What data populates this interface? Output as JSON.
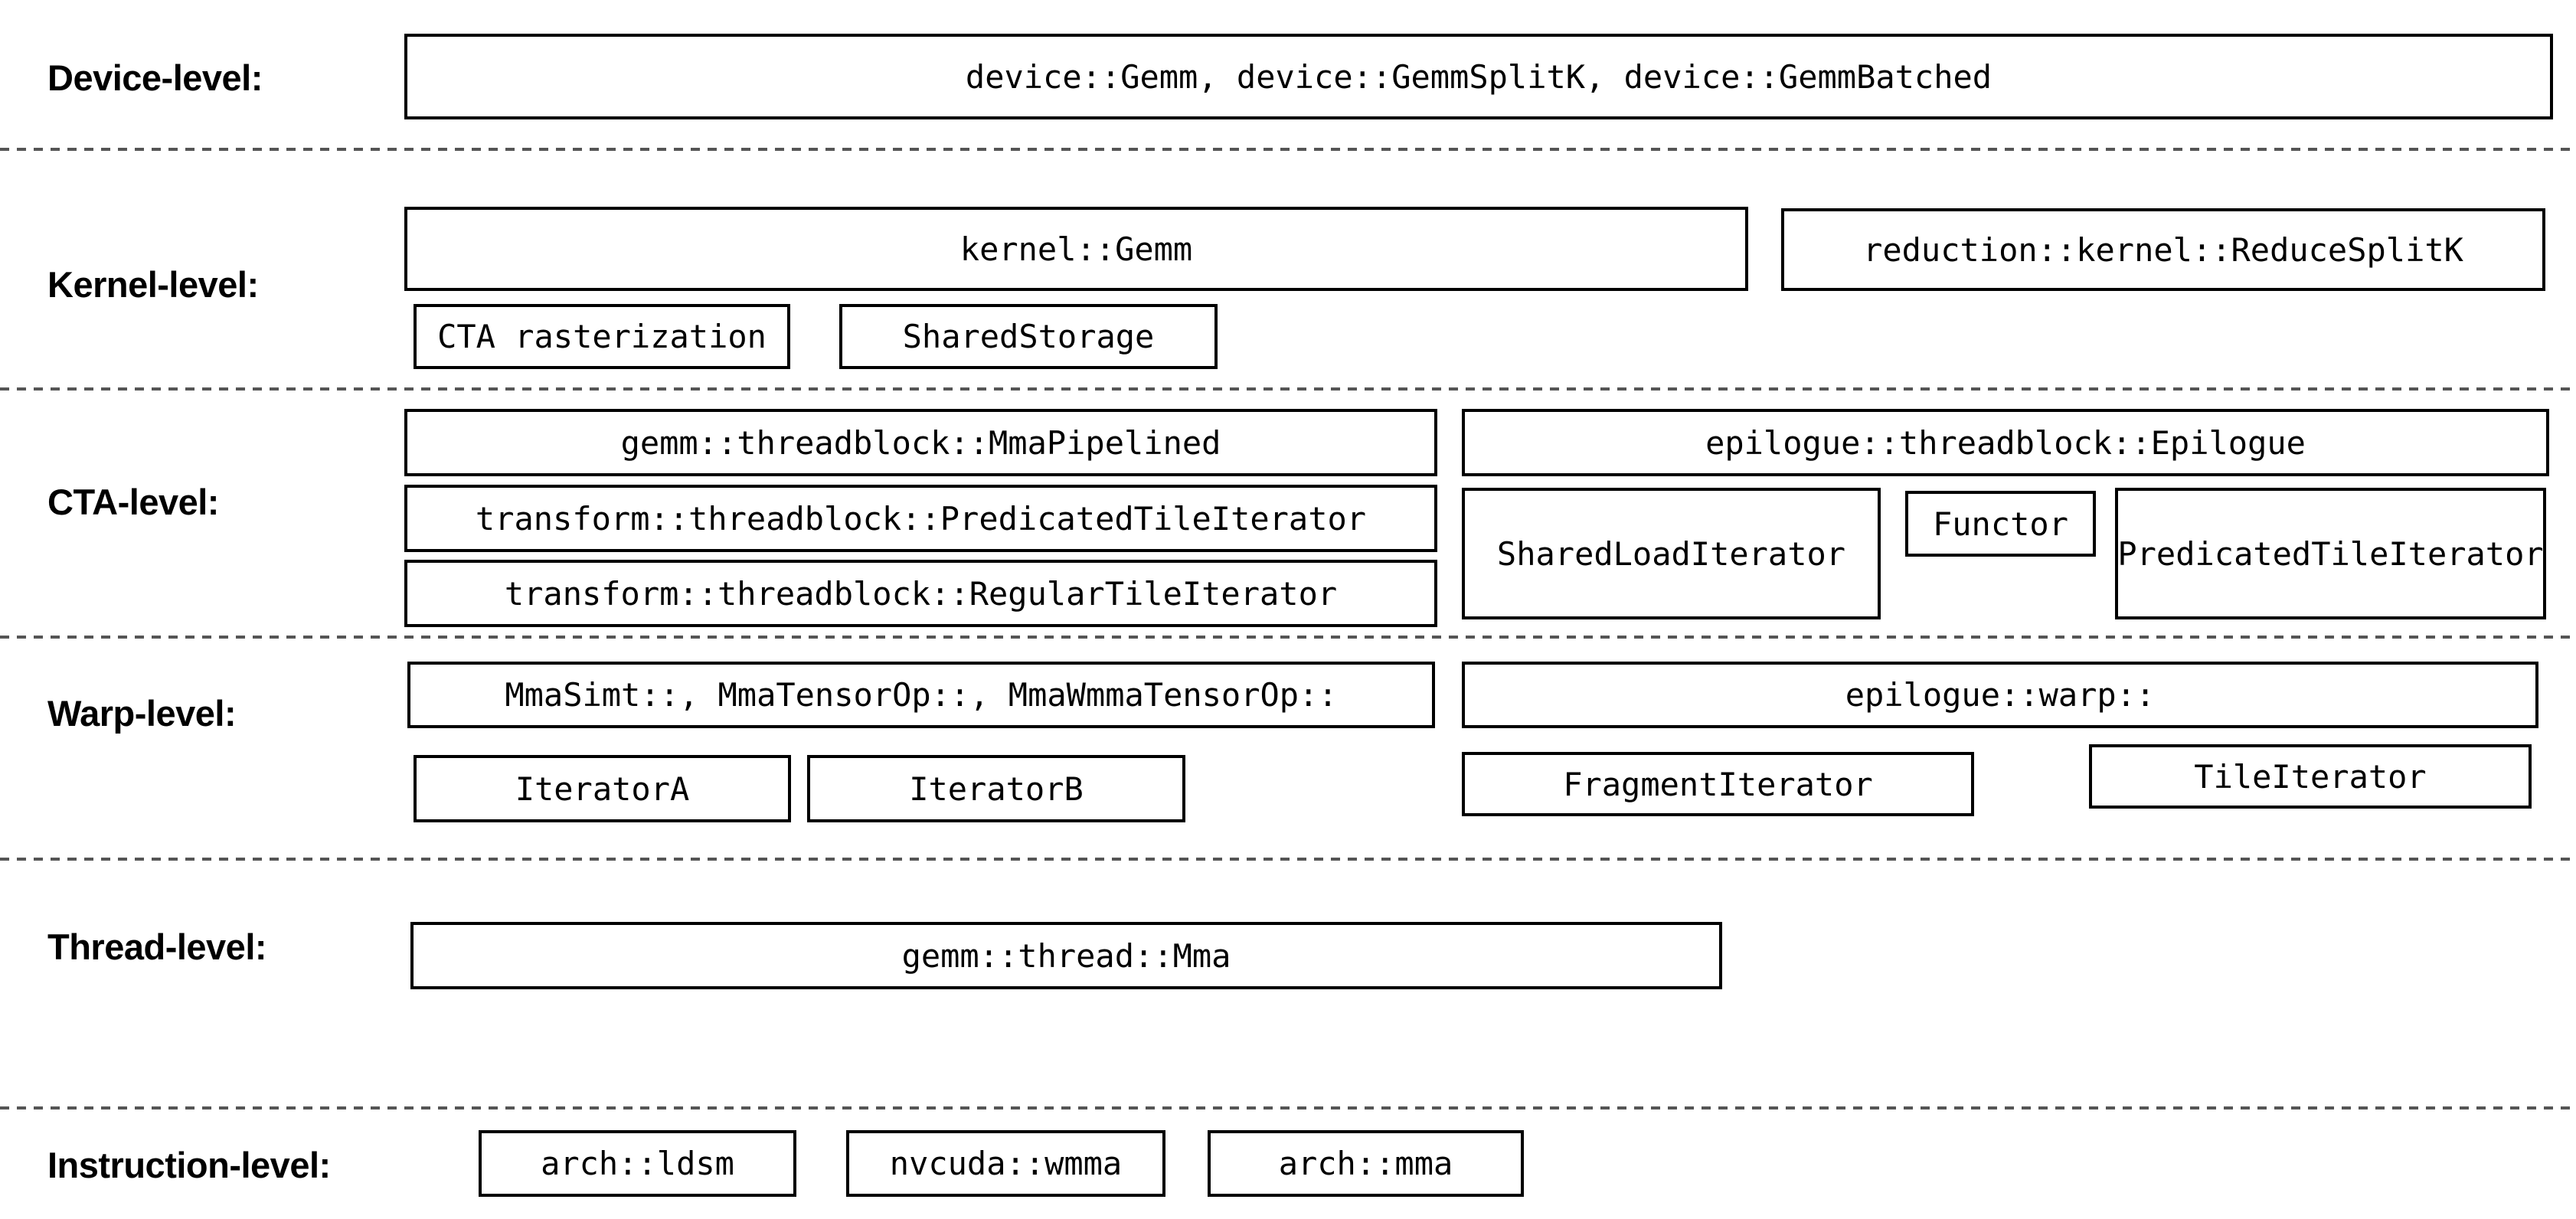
{
  "diagram": {
    "background_color": "#ffffff",
    "box_border_color": "#000000",
    "text_color": "#000000",
    "divider_color": "#555555"
  },
  "levels": [
    {
      "label": "Device-level:",
      "boxes": [
        {
          "text": "device::Gemm, device::GemmSplitK, device::GemmBatched"
        }
      ]
    },
    {
      "label": "Kernel-level:",
      "boxes": [
        {
          "text": "kernel::Gemm"
        },
        {
          "text": "reduction::kernel::ReduceSplitK"
        },
        {
          "text": "CTA rasterization"
        },
        {
          "text": "SharedStorage"
        }
      ]
    },
    {
      "label": "CTA-level:",
      "boxes": [
        {
          "text": "gemm::threadblock::MmaPipelined"
        },
        {
          "text": "transform::threadblock::PredicatedTileIterator"
        },
        {
          "text": "transform::threadblock::RegularTileIterator"
        },
        {
          "text": "epilogue::threadblock::Epilogue"
        },
        {
          "text": "SharedLoadIterator"
        },
        {
          "text": "Functor"
        },
        {
          "text": "PredicatedTileIterator"
        }
      ]
    },
    {
      "label": "Warp-level:",
      "boxes": [
        {
          "text": "MmaSimt::, MmaTensorOp::, MmaWmmaTensorOp::"
        },
        {
          "text": "epilogue::warp::"
        },
        {
          "text": "IteratorA"
        },
        {
          "text": "IteratorB"
        },
        {
          "text": "FragmentIterator"
        },
        {
          "text": "TileIterator"
        }
      ]
    },
    {
      "label": "Thread-level:",
      "boxes": [
        {
          "text": "gemm::thread::Mma"
        }
      ]
    },
    {
      "label": "Instruction-level:",
      "boxes": [
        {
          "text": "arch::ldsm"
        },
        {
          "text": "nvcuda::wmma"
        },
        {
          "text": "arch::mma"
        }
      ]
    }
  ]
}
